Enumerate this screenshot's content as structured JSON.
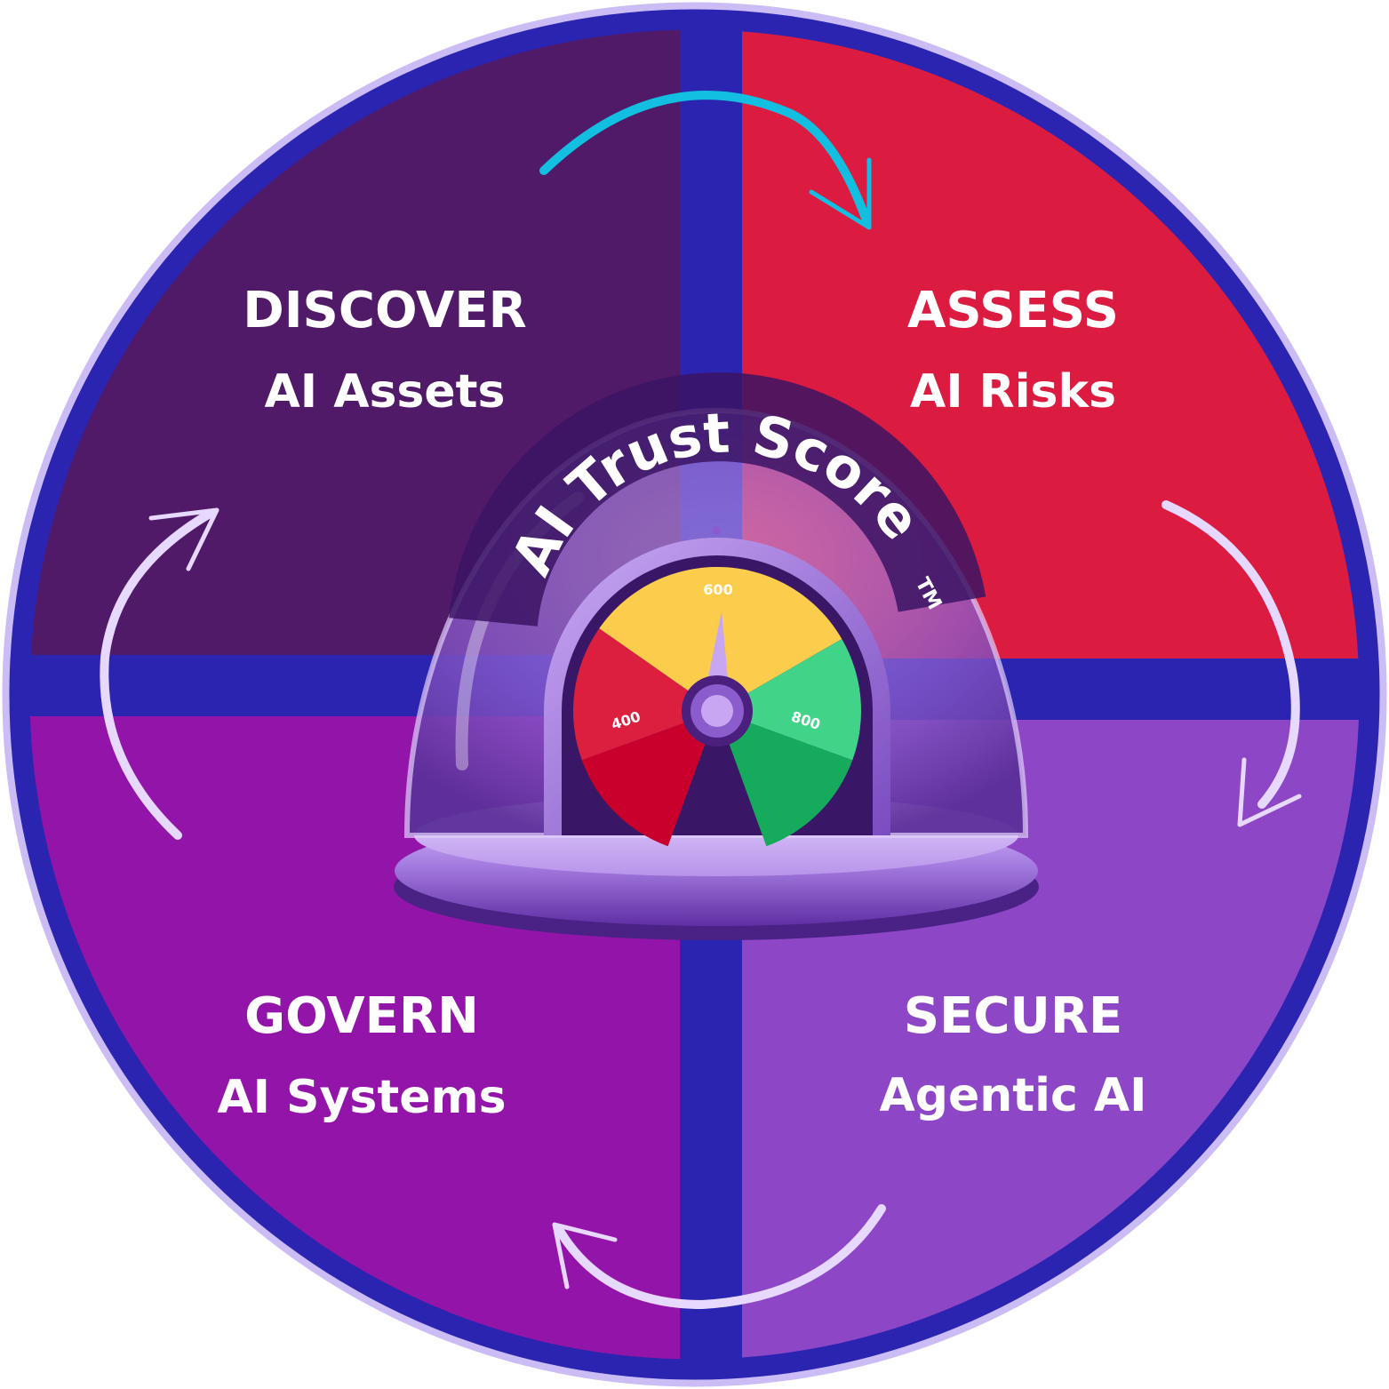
{
  "colors": {
    "ring": "#2a24b0",
    "ring_outline": "#cbbcf5",
    "discover": "#501a68",
    "assess": "#dc1b40",
    "govern": "#9314a8",
    "secure": "#8c46c6",
    "arrow_teal": "#12bfe0",
    "arrow_light": "#e7d8ff",
    "gauge_red": "#dc1f3e",
    "gauge_yellow": "#fccd4c",
    "gauge_green": "#41d489",
    "needle": "#c9a6f2"
  },
  "quadrants": {
    "discover": {
      "title": "DISCOVER",
      "subtitle": "AI Assets"
    },
    "assess": {
      "title": "ASSESS",
      "subtitle": "AI Risks"
    },
    "govern": {
      "title": "GOVERN",
      "subtitle": "AI Systems"
    },
    "secure": {
      "title": "SECURE",
      "subtitle": "Agentic AI"
    }
  },
  "center": {
    "title": "AI Trust Score",
    "trademark": "TM",
    "gauge": {
      "labels": [
        "400",
        "600",
        "800"
      ]
    }
  },
  "icons": [
    "cycle-arrow-icon",
    "gauge-needle-icon"
  ]
}
